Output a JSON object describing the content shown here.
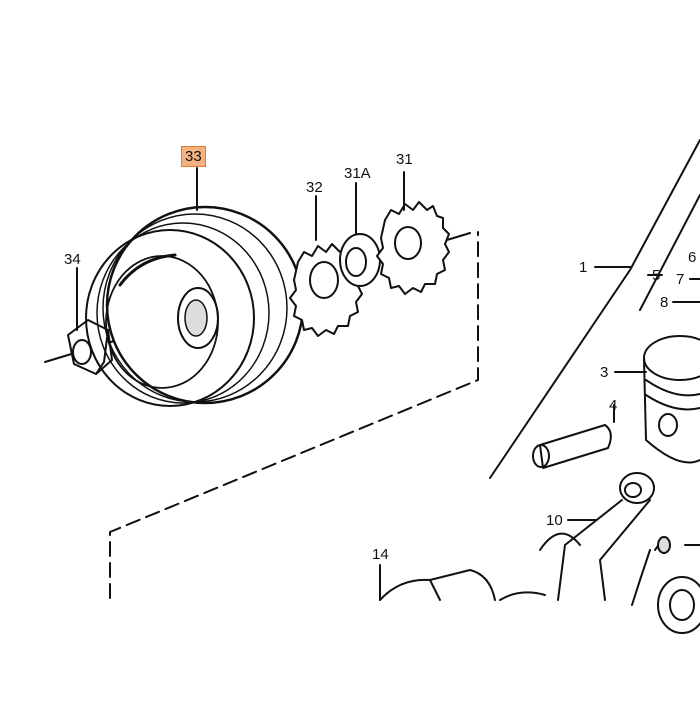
{
  "diagram": {
    "callouts": {
      "c33": "33",
      "c34": "34",
      "c32": "32",
      "c31A": "31A",
      "c31": "31",
      "c1": "1",
      "c5": "5",
      "c6": "6",
      "c7": "7",
      "c8": "8",
      "c3": "3",
      "c4": "4",
      "c10": "10",
      "c14": "14"
    },
    "highlight_color": "#f6b183",
    "highlight_border": "#e07a2f",
    "line_color": "#111111"
  }
}
